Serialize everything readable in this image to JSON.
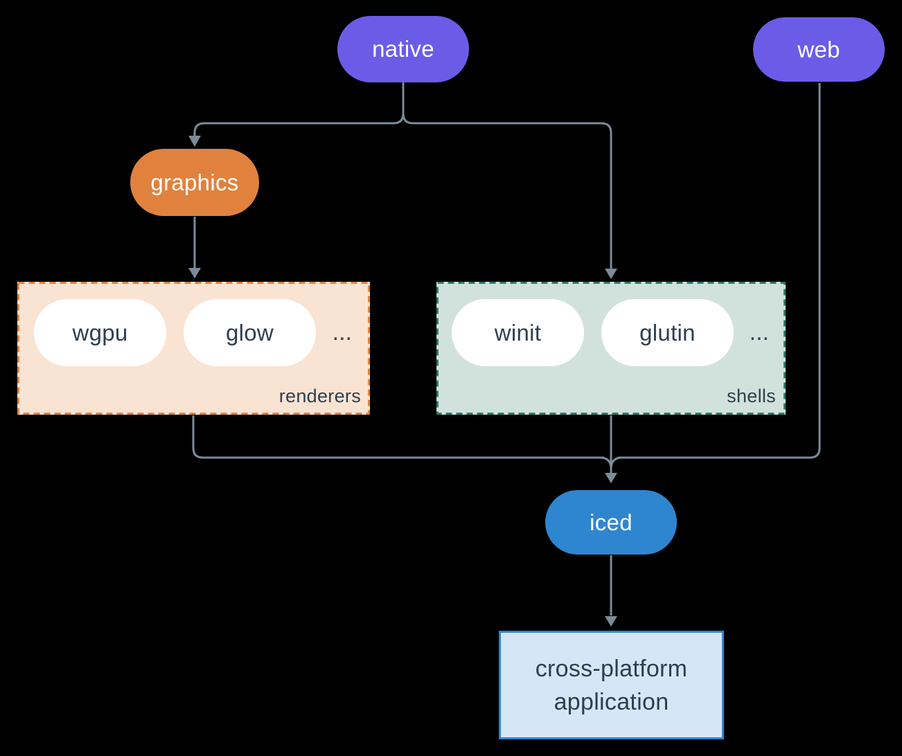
{
  "diagram": {
    "background": "#000000",
    "connector_color": "#7B8B9B",
    "nodes": {
      "native": {
        "label": "native",
        "bg": "#6B5CE7",
        "text_color": "#FFFFFF"
      },
      "web": {
        "label": "web",
        "bg": "#6B5CE7",
        "text_color": "#FFFFFF"
      },
      "graphics": {
        "label": "graphics",
        "bg": "#E0823E",
        "text_color": "#FFFFFF"
      },
      "iced": {
        "label": "iced",
        "bg": "#2E86D1",
        "text_color": "#FFFFFF"
      },
      "application": {
        "label_line1": "cross-platform",
        "label_line2": "application",
        "bg": "#D6E6F7",
        "border": "#2E86D1",
        "text_color": "#2D3E50"
      }
    },
    "groups": {
      "renderers": {
        "label": "renderers",
        "bg": "#F9E3D3",
        "border": "#E0823E",
        "items": [
          {
            "label": "wgpu"
          },
          {
            "label": "glow"
          }
        ],
        "ellipsis": "...",
        "item_bg": "#FFFFFF",
        "item_text_color": "#2D3E50"
      },
      "shells": {
        "label": "shells",
        "bg": "#D1E2DC",
        "border": "#2F7A6B",
        "items": [
          {
            "label": "winit"
          },
          {
            "label": "glutin"
          }
        ],
        "ellipsis": "...",
        "item_bg": "#FFFFFF",
        "item_text_color": "#2D3E50"
      }
    },
    "edges": [
      {
        "from": "native",
        "to": "graphics"
      },
      {
        "from": "native",
        "to": "shells"
      },
      {
        "from": "graphics",
        "to": "renderers"
      },
      {
        "from": "renderers",
        "to": "iced"
      },
      {
        "from": "shells",
        "to": "iced"
      },
      {
        "from": "web",
        "to": "iced"
      },
      {
        "from": "iced",
        "to": "application"
      }
    ]
  }
}
